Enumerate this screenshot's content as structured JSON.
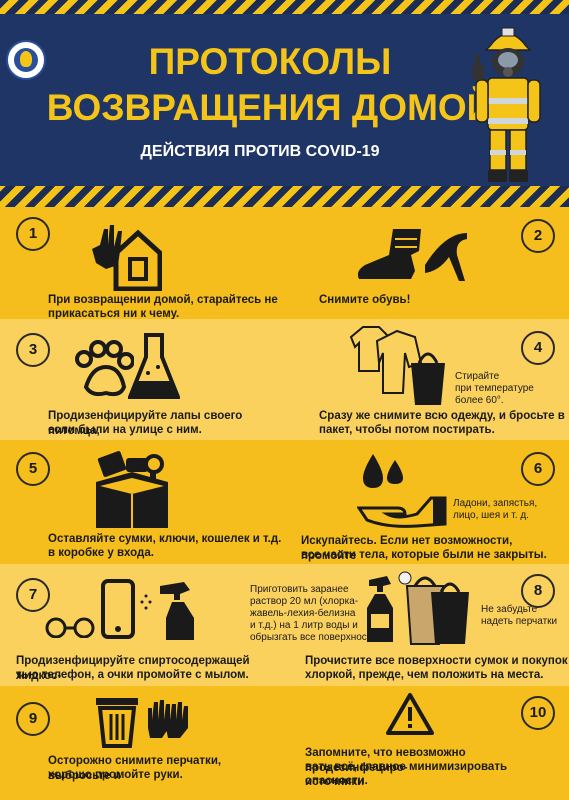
{
  "header": {
    "title_line1": "ПРОТОКОЛЫ",
    "title_line2": "ВОЗВРАЩЕНИЯ ДОМОЙ",
    "subtitle": "ДЕЙСТВИЯ ПРОТИВ COVID-19"
  },
  "colors": {
    "header_bg": "#1f3566",
    "accent_yellow": "#f4c518",
    "row_dark": "#f6be1c",
    "row_light": "#fbd15e"
  },
  "steps": [
    {
      "number": "1",
      "text_line1": "При возвращении домой, старайтесь не",
      "text_line2": "прикасаться ни к чему."
    },
    {
      "number": "2",
      "text_line1": "Снимите обувь!"
    },
    {
      "number": "3",
      "text_line1": "Продизенфицируйте лапы своего питомца,",
      "text_line2": "если были на улице с ним."
    },
    {
      "number": "4",
      "text_line1": "Сразу же снимите всю одежду, и бросьте в",
      "text_line2": "пакет, чтобы потом постирать.",
      "note_line1": "Стирайте",
      "note_line2": "при температуре",
      "note_line3": "более 60°."
    },
    {
      "number": "5",
      "text_line1": "Оставляйте сумки, ключи, кошелек и т.д.",
      "text_line2": "в коробке у входа."
    },
    {
      "number": "6",
      "text_line1": "Искупайтесь. Если нет возможности, промойте",
      "text_line2": "все части тела, которые были не закрыты.",
      "note_line1": "Ладони, запястья,",
      "note_line2": "лицо, шея и т. д."
    },
    {
      "number": "7",
      "text_line1": "Продизенфицируйте спиртосодержащей жидкос-",
      "text_line2": "тью телефон, а очки промойте с мылом."
    },
    {
      "number": "8",
      "text_line1": "Прочистите все поверхности сумок и покупок",
      "text_line2": "хлоркой, прежде, чем положить на места.",
      "note_line1": "Не забудьте",
      "note_line2": "надеть перчатки"
    },
    {
      "number": "9",
      "text_line1": "Осторожно снимите перчатки, выбросьте и",
      "text_line2": "хорошо промойте руки."
    },
    {
      "number": "10",
      "text_line1": "Запомните, что невозможно продезинфециро-",
      "text_line2": "вать всё, главное минимизировать источники",
      "text_line3": "опасности."
    }
  ],
  "center_note": {
    "line1": "Приготовить заранее",
    "line2": "раствор 20 мл (хлорка-",
    "line3": "жавель-лехия-белизна",
    "line4": "и т.д.) на 1 литр воды и",
    "line5": "обрызгать все поверхности"
  }
}
